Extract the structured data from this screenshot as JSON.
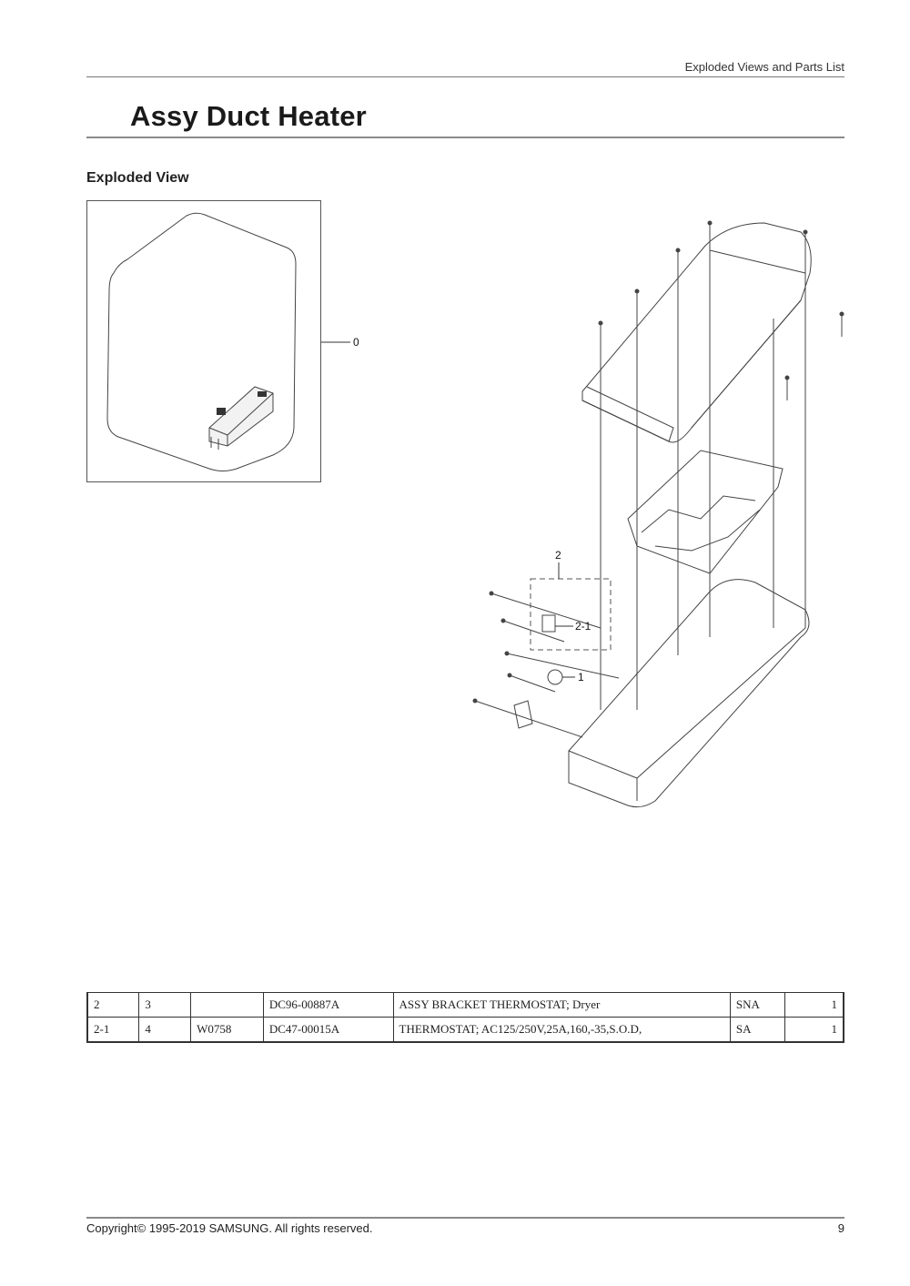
{
  "header": {
    "section_label": "Exploded Views and Parts List"
  },
  "page": {
    "title": "Assy Duct Heater",
    "section_title": "Exploded View"
  },
  "diagram": {
    "callouts": {
      "assembly": "0",
      "item_1": "1",
      "item_2": "2",
      "item_2_1": "2-1"
    }
  },
  "parts_table": {
    "rows": [
      {
        "level": "2",
        "seq": "3",
        "code": "",
        "part_no": "DC96-00887A",
        "description": "ASSY BRACKET THERMOSTAT; Dryer",
        "status": "SNA",
        "qty": "1"
      },
      {
        "level": "2-1",
        "seq": "4",
        "code": "W0758",
        "part_no": "DC47-00015A",
        "description": "THERMOSTAT; AC125/250V,25A,160,-35,S.O.D,",
        "status": "SA",
        "qty": "1"
      }
    ]
  },
  "footer": {
    "copyright": "Copyright© 1995-2019 SAMSUNG. All rights reserved.",
    "page_number": "9"
  }
}
